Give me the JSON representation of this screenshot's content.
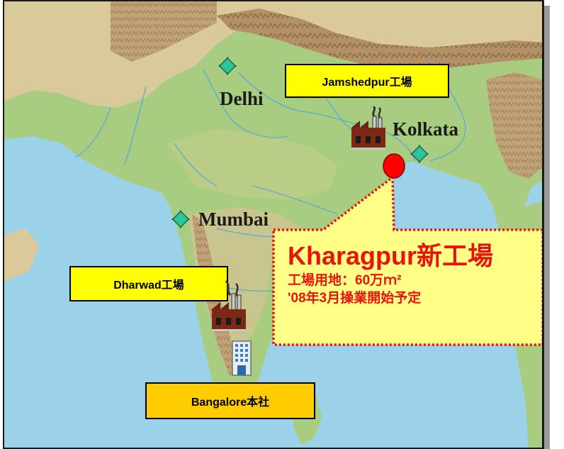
{
  "map": {
    "colors": {
      "sea": "#9bd2ea",
      "land_green": "#a7cc7e",
      "land_tan": "#d9c99b",
      "mountains": "#c9a97a",
      "star": "#2dc59a",
      "tag_yellow": "#ffff00",
      "hq_gold": "#ffcc00",
      "callout_bg": "#ffff88",
      "callout_border": "#e8140c",
      "site_marker": "#ff0000"
    },
    "cities": {
      "delhi": "Delhi",
      "kolkata": "Kolkata",
      "mumbai": "Mumbai"
    },
    "facilities": {
      "jamshedpur": "Jamshedpur工場",
      "dharwad": "Dharwad工場",
      "bangalore": "Bangalore本社"
    },
    "callout": {
      "title": "Kharagpur新工場",
      "line1": "工場用地：60万ｍ²",
      "line2": "'08年3月操業開始予定"
    },
    "icons": [
      "city-star-icon",
      "factory-icon",
      "office-building-icon",
      "site-marker-icon"
    ]
  }
}
